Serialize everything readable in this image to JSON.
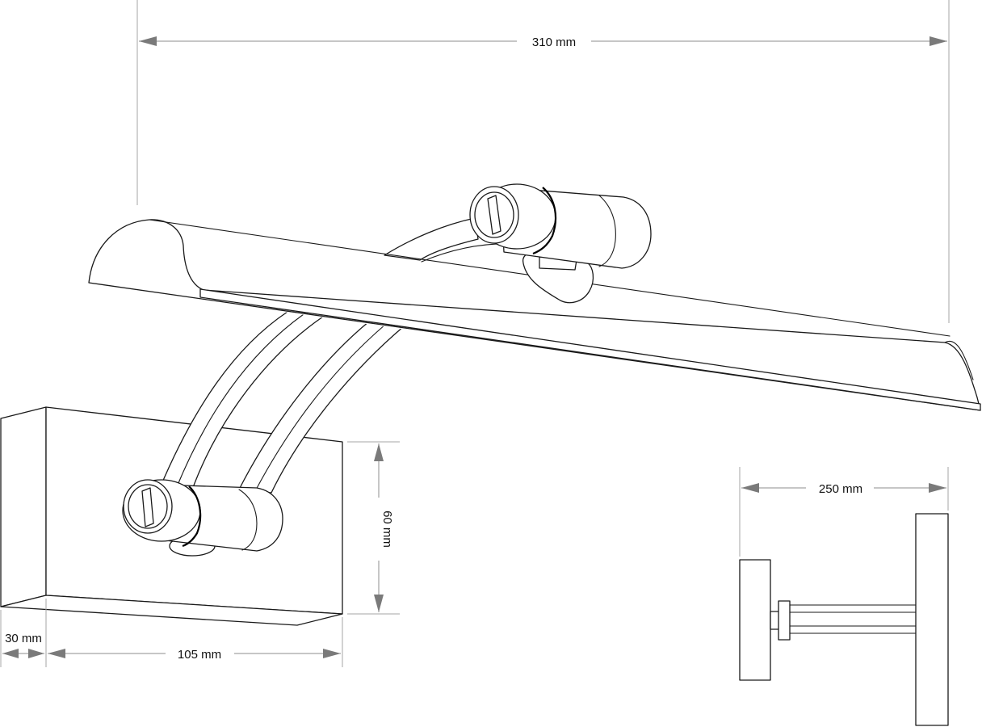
{
  "dimensions": {
    "overall_width": "310 mm",
    "backplate_height": "60 mm",
    "backplate_depth": "30 mm",
    "backplate_width": "105 mm",
    "projection": "250 mm"
  },
  "colors": {
    "outline": "#1a1a1a",
    "dimension_line": "#8c8c8c",
    "arrowhead": "#7a7a7a",
    "background": "#ffffff"
  }
}
